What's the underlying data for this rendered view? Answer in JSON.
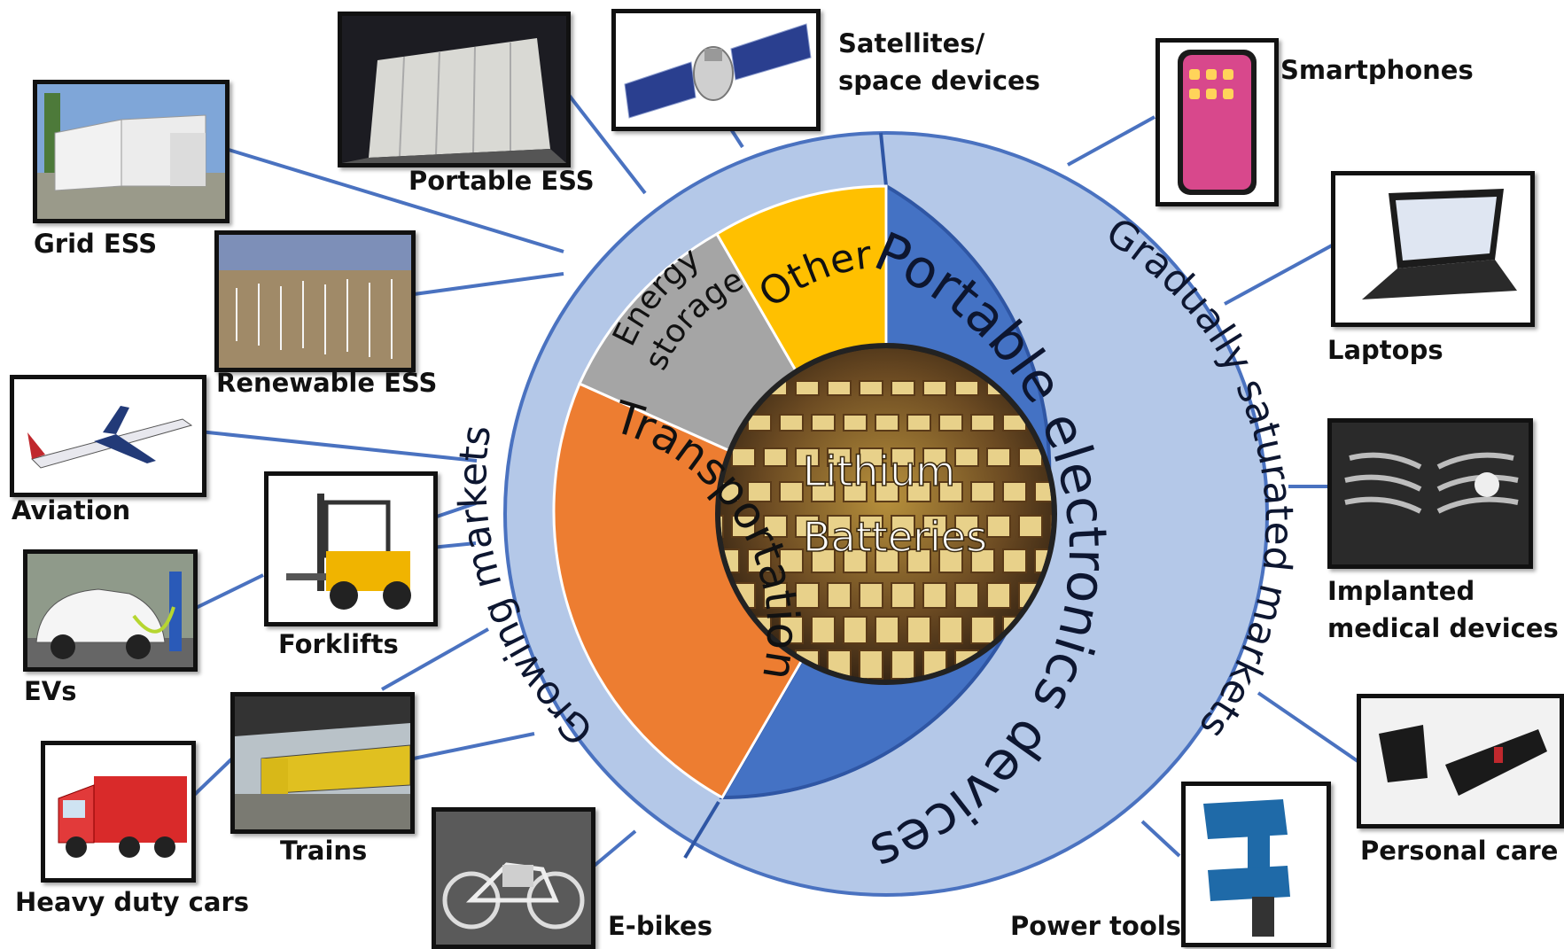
{
  "center": {
    "line1": "Lithium",
    "line2": "Batteries"
  },
  "inner_segments": {
    "transportation": "Transportation",
    "energy_storage_line1": "Energy",
    "energy_storage_line2": "storage",
    "other": "Other",
    "portable": "Portable electronics devices"
  },
  "outer_ring": {
    "growing": "Growing markets",
    "saturated": "Gradually saturated markets"
  },
  "applications": {
    "portable_ess": "Portable ESS",
    "satellites_line1": "Satellites/",
    "satellites_line2": "space devices",
    "grid_ess": "Grid ESS",
    "renewable_ess": "Renewable ESS",
    "aviation": "Aviation",
    "forklifts": "Forklifts",
    "evs": "EVs",
    "trains": "Trains",
    "heavy_duty_cars": "Heavy duty cars",
    "ebikes": "E-bikes",
    "smartphones": "Smartphones",
    "laptops": "Laptops",
    "implanted_line1": "Implanted",
    "implanted_line2": "medical devices",
    "personal_care": "Personal care",
    "power_tools": "Power tools"
  },
  "colors": {
    "outer_ring": "#b4c8e8",
    "ring_border": "#4a72c0",
    "portable": "#4472c4",
    "transportation": "#ed7d31",
    "energy_storage": "#a5a5a5",
    "other": "#ffc000",
    "connector": "#4a72c0"
  }
}
